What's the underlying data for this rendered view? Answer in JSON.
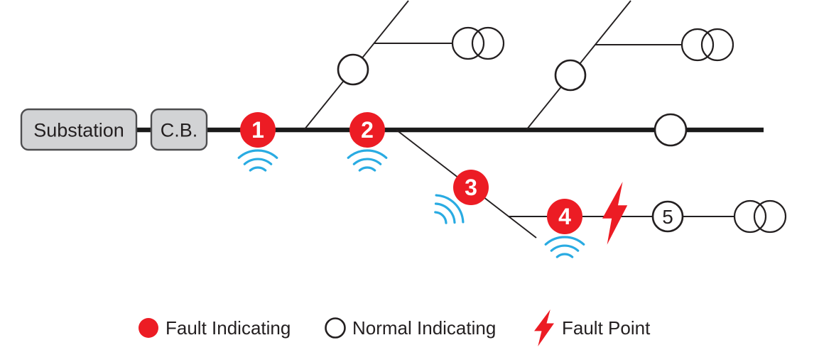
{
  "colors": {
    "fault_red": "#EC1C24",
    "signal_blue": "#29ABE2",
    "box_fill": "#D2D3D5",
    "box_stroke": "#4D4D4F",
    "ink": "#231F20",
    "line": "#1A1A1A"
  },
  "diagram": {
    "substation_label": "Substation",
    "breaker_label": "C.B.",
    "fault_indicators": [
      "1",
      "2",
      "3",
      "4"
    ],
    "normal_indicator_label": "5"
  },
  "legend": {
    "fault_indicating": "Fault Indicating",
    "normal_indicating": "Normal Indicating",
    "fault_point": "Fault Point"
  }
}
